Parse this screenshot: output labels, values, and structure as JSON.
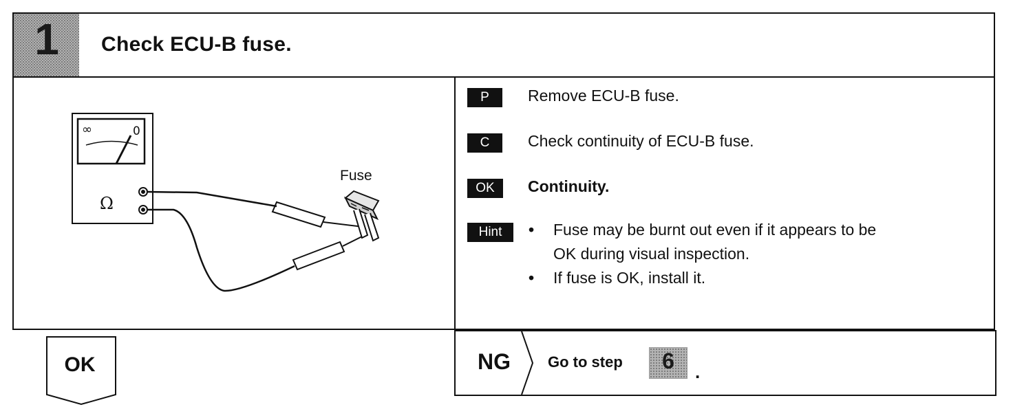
{
  "step": {
    "number": "1",
    "title": "Check ECU-B fuse."
  },
  "diagram": {
    "fuse_label": "Fuse",
    "meter_left_mark": "∞",
    "meter_right_mark": "0",
    "ohm_symbol": "Ω"
  },
  "procedure": {
    "p_tag": "P",
    "p_text": "Remove ECU-B fuse.",
    "c_tag": "C",
    "c_text": "Check continuity of ECU-B fuse.",
    "ok_tag": "OK",
    "ok_text": "Continuity.",
    "hint_tag": "Hint",
    "bullet": "•",
    "hint_1_line1": "Fuse may be burnt out even if it appears to be",
    "hint_1_line2": "OK during visual inspection.",
    "hint_2": "If fuse is OK, install it."
  },
  "result": {
    "ok_label": "OK",
    "ng_label": "NG",
    "goto_text": "Go to step",
    "goto_step": "6",
    "goto_suffix": "."
  }
}
